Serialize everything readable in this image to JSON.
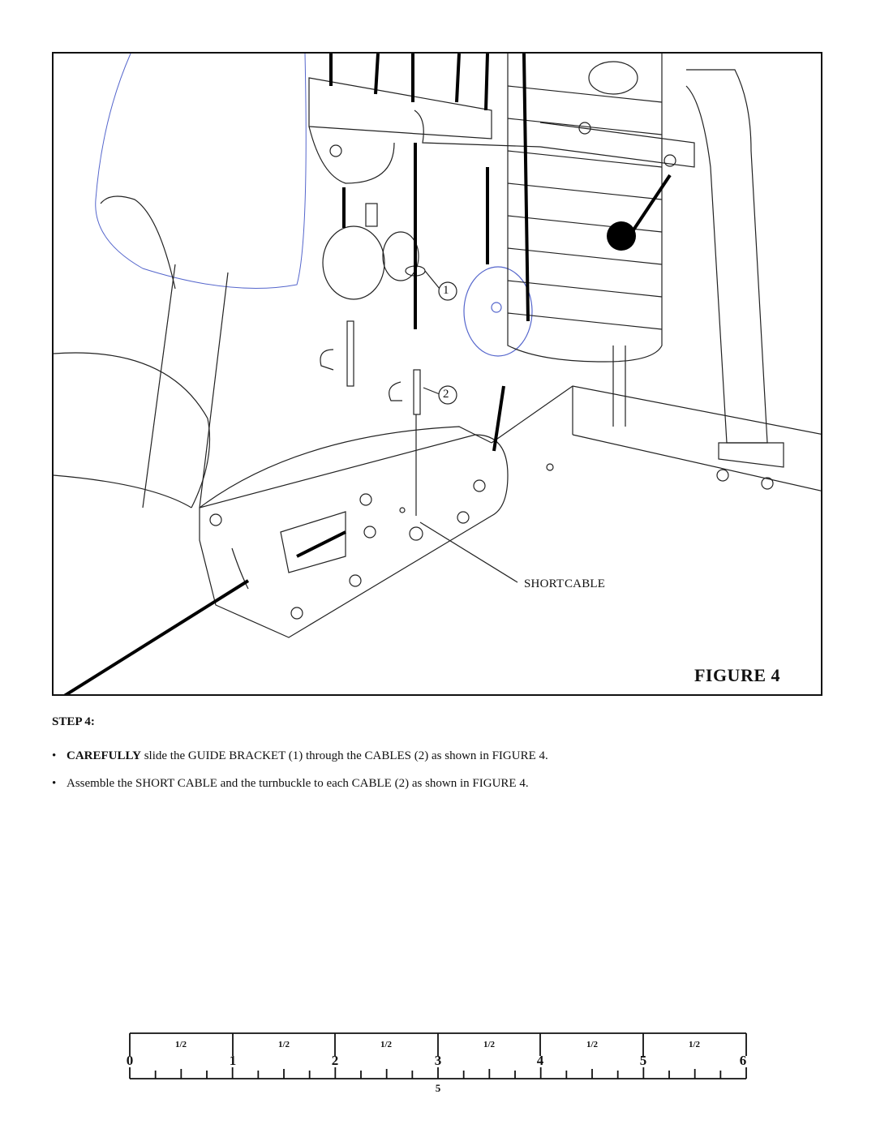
{
  "figure": {
    "caption": "FIGURE 4",
    "callouts": {
      "part_1": "1",
      "part_2": "2",
      "short_cable": "SHORT CABLE"
    }
  },
  "step": {
    "heading": "STEP 4:",
    "bullet_symbol": "•",
    "instructions": [
      {
        "bold": "CAREFULLY",
        "text": " slide the GUIDE BRACKET (1) through the CABLES (2) as shown in FIGURE 4."
      },
      {
        "bold": "",
        "text": "Assemble the SHORT CABLE and the turnbuckle to each CABLE (2) as shown in FIGURE 4."
      }
    ]
  },
  "ruler": {
    "major_labels": [
      "0",
      "1",
      "2",
      "3",
      "4",
      "5",
      "6"
    ],
    "half_label": "1/2",
    "sub_label": "5"
  }
}
